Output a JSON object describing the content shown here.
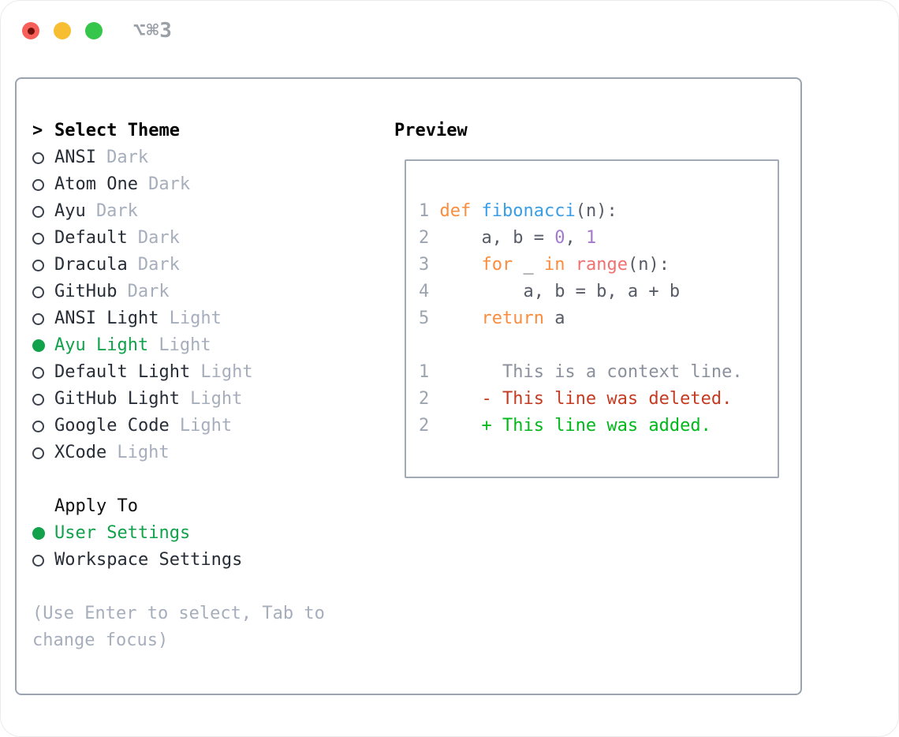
{
  "window": {
    "title": "⌥⌘3",
    "traffic_lights": [
      "close",
      "minimize",
      "zoom"
    ]
  },
  "theme_panel": {
    "cursor": ">",
    "header": "Select Theme",
    "items": [
      {
        "name": "ANSI",
        "variant": "Dark",
        "selected": false
      },
      {
        "name": "Atom One",
        "variant": "Dark",
        "selected": false
      },
      {
        "name": "Ayu",
        "variant": "Dark",
        "selected": false
      },
      {
        "name": "Default",
        "variant": "Dark",
        "selected": false
      },
      {
        "name": "Dracula",
        "variant": "Dark",
        "selected": false
      },
      {
        "name": "GitHub",
        "variant": "Dark",
        "selected": false
      },
      {
        "name": "ANSI Light",
        "variant": "Light",
        "selected": false
      },
      {
        "name": "Ayu Light",
        "variant": "Light",
        "selected": true
      },
      {
        "name": "Default Light",
        "variant": "Light",
        "selected": false
      },
      {
        "name": "GitHub Light",
        "variant": "Light",
        "selected": false
      },
      {
        "name": "Google Code",
        "variant": "Light",
        "selected": false
      },
      {
        "name": "XCode",
        "variant": "Light",
        "selected": false
      }
    ],
    "apply_to": {
      "header": "Apply To",
      "options": [
        {
          "label": "User Settings",
          "selected": true
        },
        {
          "label": "Workspace Settings",
          "selected": false
        }
      ]
    },
    "hint": "(Use Enter to select, Tab to change focus)"
  },
  "preview": {
    "header": "Preview",
    "lines": [
      [
        {
          "t": "1 ",
          "c": "ln"
        },
        {
          "t": "def ",
          "c": "kw"
        },
        {
          "t": "fibonacci",
          "c": "fn"
        },
        {
          "t": "(n):",
          "c": "def"
        }
      ],
      [
        {
          "t": "2",
          "c": "ln"
        },
        {
          "t": "     a, b = ",
          "c": "def"
        },
        {
          "t": "0",
          "c": "num"
        },
        {
          "t": ", ",
          "c": "def"
        },
        {
          "t": "1",
          "c": "num"
        }
      ],
      [
        {
          "t": "3",
          "c": "ln"
        },
        {
          "t": "     ",
          "c": "def"
        },
        {
          "t": "for",
          "c": "kw"
        },
        {
          "t": " _ ",
          "c": "def"
        },
        {
          "t": "in",
          "c": "kw"
        },
        {
          "t": " ",
          "c": "def"
        },
        {
          "t": "range",
          "c": "builtin"
        },
        {
          "t": "(n):",
          "c": "def"
        }
      ],
      [
        {
          "t": "4",
          "c": "ln"
        },
        {
          "t": "         a, b = b, a + b",
          "c": "def"
        }
      ],
      [
        {
          "t": "5",
          "c": "ln"
        },
        {
          "t": "     ",
          "c": "def"
        },
        {
          "t": "return",
          "c": "kw"
        },
        {
          "t": " a",
          "c": "def"
        }
      ],
      [],
      [
        {
          "t": "1",
          "c": "ln"
        },
        {
          "t": "       This is a context line.",
          "c": "ctx"
        }
      ],
      [
        {
          "t": "2",
          "c": "ln"
        },
        {
          "t": "     - This line was deleted.",
          "c": "del"
        }
      ],
      [
        {
          "t": "2",
          "c": "ln"
        },
        {
          "t": "     + This line was added.",
          "c": "add"
        }
      ]
    ]
  },
  "colors": {
    "accent_green": "#11a24b",
    "keyword_orange": "#fa8d3e",
    "function_blue": "#399ee6",
    "number_purple": "#a37acc",
    "builtin_coral": "#f07171",
    "diff_deleted_red": "#c53b22",
    "diff_added_green": "#00b81a",
    "muted_gray": "#a6aebc",
    "border_gray": "#9aa3b0",
    "traffic_red": "#f7605a",
    "traffic_yellow": "#f6be30",
    "traffic_green": "#35c64b"
  }
}
